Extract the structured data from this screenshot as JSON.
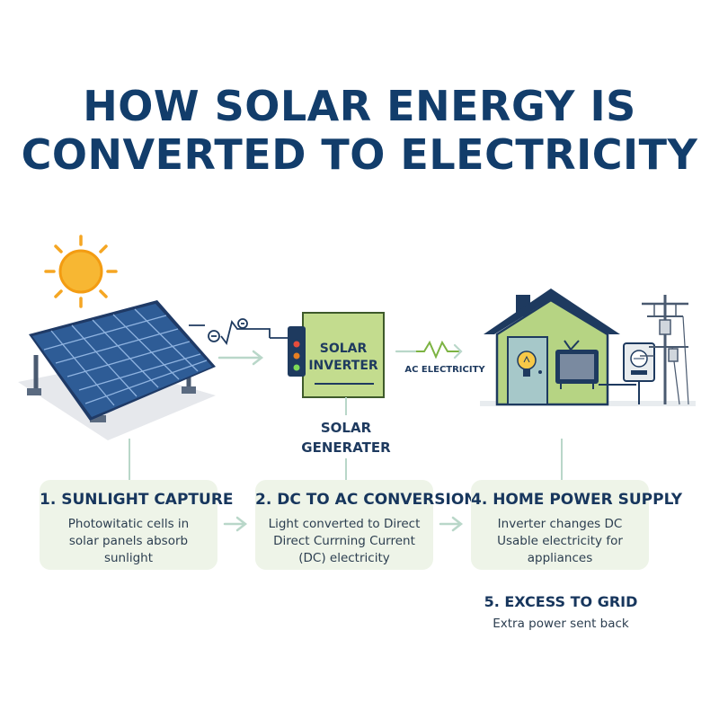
{
  "title": {
    "line1": "HOW SOLAR ENERGY IS",
    "line2": "CONVERTED TO ELECTRICITY"
  },
  "labels": {
    "inverter_line1": "SOLAR",
    "inverter_line2": "INVERTER",
    "ac_electricity": "AC ELECTRICITY",
    "generator_line1": "SOLAR",
    "generator_line2": "GENERATER"
  },
  "steps": [
    {
      "title": "1. SUNLIGHT CAPTURE",
      "lines": [
        "Photowitatic cells in",
        "solar panels absorb",
        "sunlight"
      ]
    },
    {
      "title": "2. DC TO AC CONVERSION",
      "lines": [
        "Light converted to Direct",
        "Direct Currning Current",
        "(DC) electricity"
      ]
    },
    {
      "title": "4. HOME POWER SUPPLY",
      "lines": [
        "Inverter changes DC",
        "Usable electricity for",
        "appliances"
      ]
    }
  ],
  "excess": {
    "title": "5. EXCESS TO GRID",
    "description": "Extra power sent back"
  },
  "colors": {
    "navy": "#123d6b",
    "panel_blue": "#2b4f86",
    "inverter_green": "#c3dc8e",
    "house_green": "#b6d483",
    "card_bg": "#eef4e8",
    "arrow": "#b9d7c9",
    "sun": "#f5a623"
  },
  "icons": [
    "sun-icon",
    "solar-panel-icon",
    "dc-wave-icon",
    "inverter-icon",
    "ac-wave-icon",
    "house-icon",
    "light-bulb-icon",
    "tv-icon",
    "meter-icon",
    "power-pole-icon",
    "arrow-icon"
  ]
}
